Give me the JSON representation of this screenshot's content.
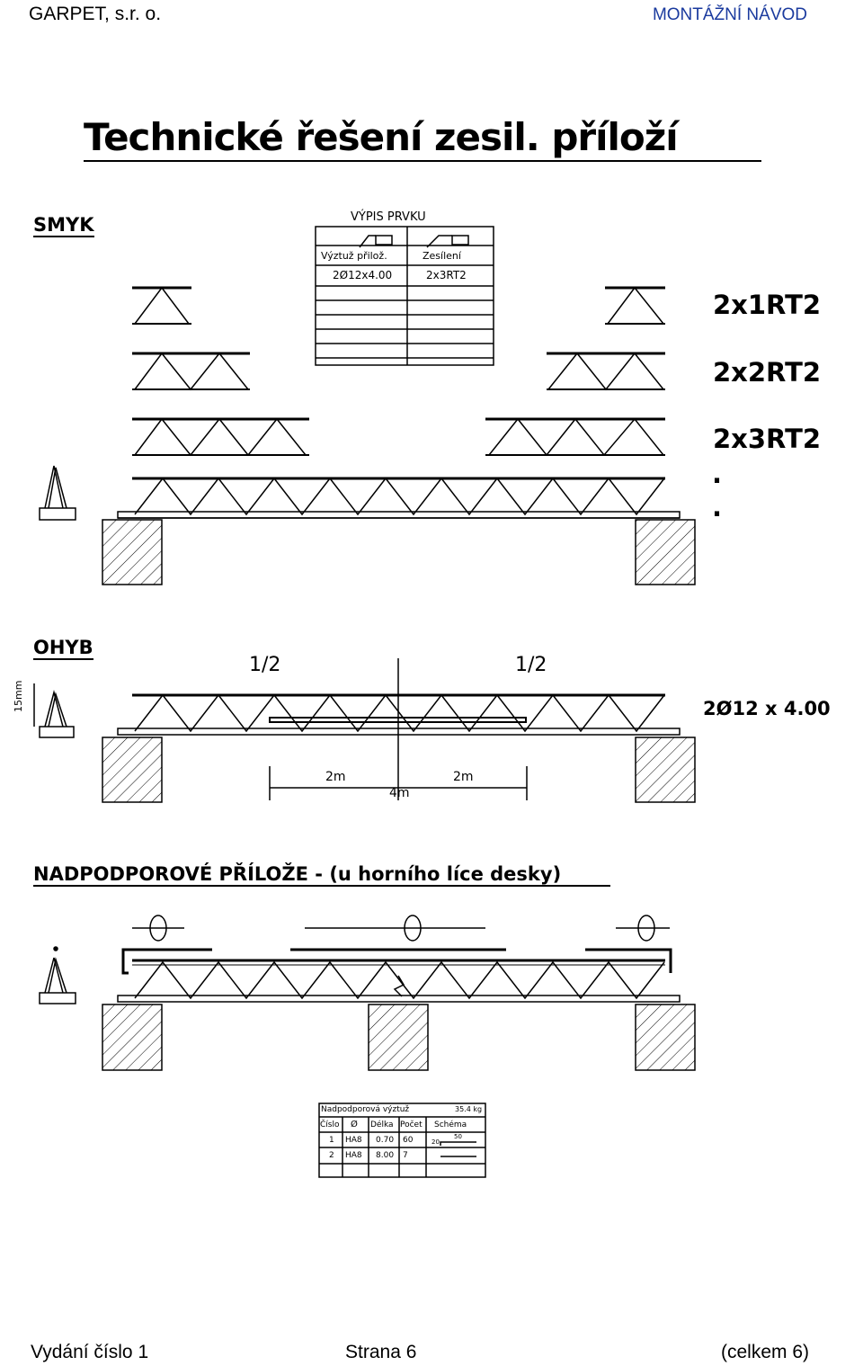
{
  "header": {
    "company": "GARPET, s.r. o.",
    "doc_type": "MONTÁŽNÍ NÁVOD"
  },
  "title": "Technické řešení zesil. příloží",
  "smyk": {
    "heading": "SMYK",
    "table": {
      "caption": "VÝPIS PRVKU",
      "col1": "Výztuž přilož.",
      "col2": "Zesílení",
      "val1": "2Ø12x4.00",
      "val2": "2x3RT2"
    },
    "labels": [
      "2x1RT2",
      "2x2RT2",
      "2x3RT2"
    ],
    "dots": [
      ".",
      "."
    ]
  },
  "ohyb": {
    "heading": "OHYB",
    "half_left": "1/2",
    "half_right": "1/2",
    "side_dim": "15mm",
    "bar_label": "2Ø12 x 4.00",
    "dim_left": "2m",
    "dim_right": "2m",
    "dim_total": "4m"
  },
  "nadpor": {
    "heading": "NADPODPOROVÉ PŘÍLOŽE - (u horního líce desky)",
    "table": {
      "caption": "Nadpodporová výztuž",
      "weight": "35.4 kg",
      "headers": [
        "Číslo",
        "Ø",
        "Délka",
        "Počet",
        "Schéma"
      ],
      "rows": [
        {
          "no": "1",
          "d": "HA8",
          "len": "0.70",
          "cnt": "60",
          "sch_a": "20",
          "sch_b": "50"
        },
        {
          "no": "2",
          "d": "HA8",
          "len": "8.00",
          "cnt": "7"
        }
      ]
    }
  },
  "footer": {
    "issue": "Vydání číslo 1",
    "page": "Strana 6",
    "total": "(celkem 6)"
  }
}
